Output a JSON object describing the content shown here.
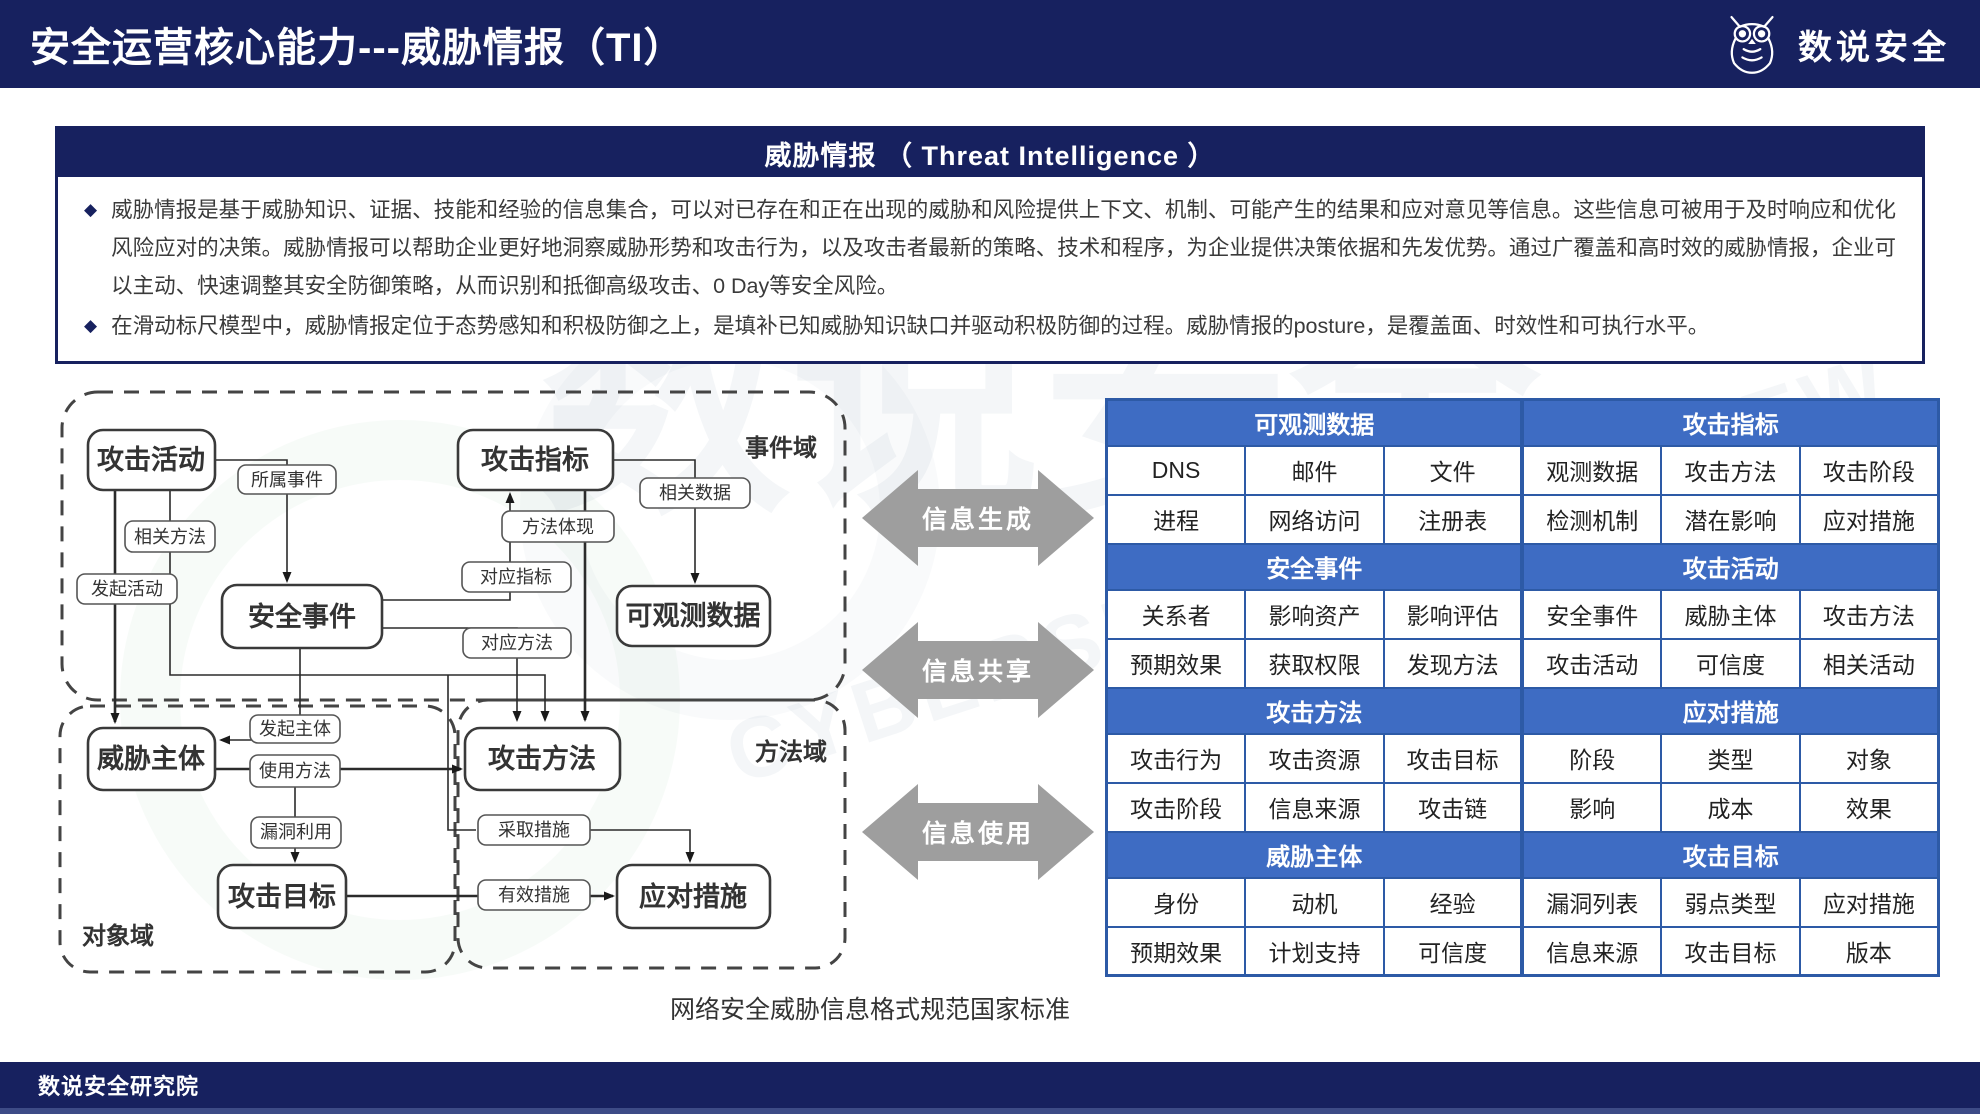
{
  "header": {
    "title": "安全运营核心能力---威胁情报（TI）",
    "logo_text": "数说安全"
  },
  "panel": {
    "title": "威胁情报 （ Threat Intelligence ）",
    "bullet1": "威胁情报是基于威胁知识、证据、技能和经验的信息集合，可以对已存在和正在出现的威胁和风险提供上下文、机制、可能产生的结果和应对意见等信息。这些信息可被用于及时响应和优化风险应对的决策。威胁情报可以帮助企业更好地洞察威胁形势和攻击行为，以及攻击者最新的策略、技术和程序，为企业提供决策依据和先发优势。通过广覆盖和高时效的威胁情报，企业可以主动、快速调整其安全防御策略，从而识别和抵御高级攻击、0 Day等安全风险。",
    "bullet2": "在滑动标尺模型中，威胁情报定位于态势感知和积极防御之上，是填补已知威胁知识缺口并驱动积极防御的过程。威胁情报的posture，是覆盖面、时效性和可执行水平。"
  },
  "diagram": {
    "domains": {
      "event": "事件域",
      "object": "对象域",
      "method": "方法域"
    },
    "nodes": {
      "attack_campaign": "攻击活动",
      "attack_indicator": "攻击指标",
      "security_event": "安全事件",
      "observable_data": "可观测数据",
      "threat_actor": "威胁主体",
      "attack_target": "攻击目标",
      "attack_method": "攻击方法",
      "course_of_action": "应对措施"
    },
    "edges": {
      "belong_event": "所属事件",
      "related_method": "相关方法",
      "initiate_campaign": "发起活动",
      "method_embody": "方法体现",
      "corresp_indicator": "对应指标",
      "corresp_method": "对应方法",
      "related_data": "相关数据",
      "initiate_actor": "发起主体",
      "use_method": "使用方法",
      "exploit_vuln": "漏洞利用",
      "take_measure": "采取措施",
      "effective_measure": "有效措施"
    },
    "caption": "网络安全威胁信息格式规范国家标准"
  },
  "flow_arrows": {
    "generate": "信息生成",
    "share": "信息共享",
    "use": "信息使用"
  },
  "table": {
    "sections": [
      {
        "left_header": "可观测数据",
        "right_header": "攻击指标",
        "rows": [
          [
            "DNS",
            "邮件",
            "文件",
            "观测数据",
            "攻击方法",
            "攻击阶段"
          ],
          [
            "进程",
            "网络访问",
            "注册表",
            "检测机制",
            "潜在影响",
            "应对措施"
          ]
        ]
      },
      {
        "left_header": "安全事件",
        "right_header": "攻击活动",
        "rows": [
          [
            "关系者",
            "影响资产",
            "影响评估",
            "安全事件",
            "威胁主体",
            "攻击方法"
          ],
          [
            "预期效果",
            "获取权限",
            "发现方法",
            "攻击活动",
            "可信度",
            "相关活动"
          ]
        ]
      },
      {
        "left_header": "攻击方法",
        "right_header": "应对措施",
        "rows": [
          [
            "攻击行为",
            "攻击资源",
            "攻击目标",
            "阶段",
            "类型",
            "对象"
          ],
          [
            "攻击阶段",
            "信息来源",
            "攻击链",
            "影响",
            "成本",
            "效果"
          ]
        ]
      },
      {
        "left_header": "威胁主体",
        "right_header": "攻击目标",
        "rows": [
          [
            "身份",
            "动机",
            "经验",
            "漏洞列表",
            "弱点类型",
            "应对措施"
          ],
          [
            "预期效果",
            "计划支持",
            "可信度",
            "信息来源",
            "攻击目标",
            "版本"
          ]
        ]
      }
    ]
  },
  "footer": {
    "text": "数说安全研究院"
  },
  "colors": {
    "navy": "#17215f",
    "table_header": "#3e6cc3",
    "table_border": "#2d5aa6",
    "arrow_gray": "#9e9e9e"
  }
}
